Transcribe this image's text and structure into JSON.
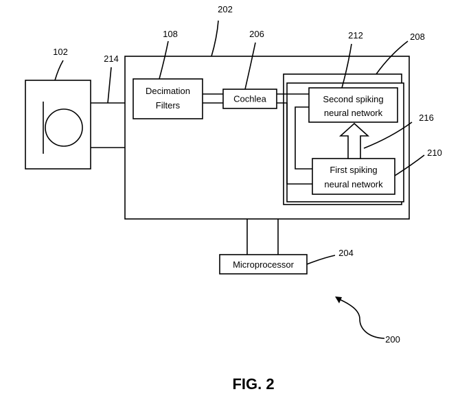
{
  "blocks": {
    "decimation_line1": "Decimation",
    "decimation_line2": "Filters",
    "cochlea": "Cochlea",
    "second_snn_line1": "Second spiking",
    "second_snn_line2": "neural network",
    "first_snn_line1": "First spiking",
    "first_snn_line2": "neural network",
    "microprocessor": "Microprocessor"
  },
  "refs": {
    "r102": "102",
    "r108": "108",
    "r200": "200",
    "r202": "202",
    "r204": "204",
    "r206": "206",
    "r208": "208",
    "r210": "210",
    "r212": "212",
    "r214": "214",
    "r216": "216"
  },
  "figure_label": "FIG. 2"
}
